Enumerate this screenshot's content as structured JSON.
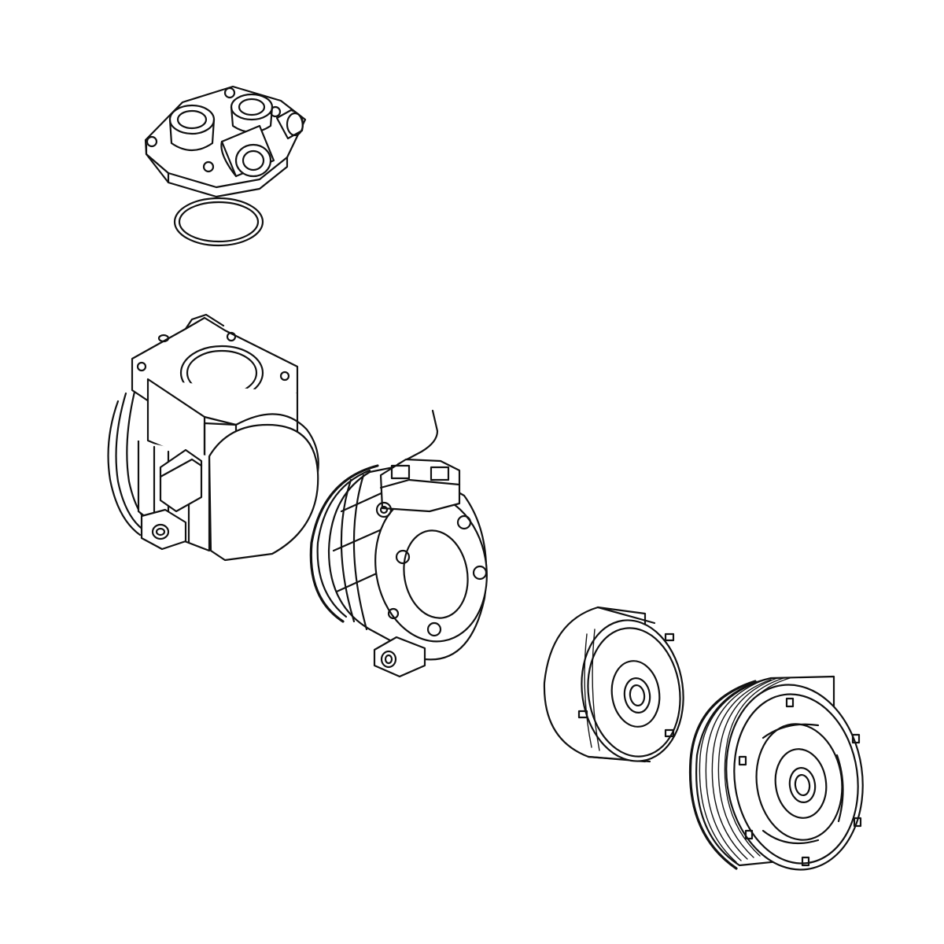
{
  "diagram": {
    "kind": "exploded-view-line-drawing",
    "stroke_color": "#111111",
    "background_color": "#ffffff",
    "parts": [
      {
        "name": "rear-head-cover"
      },
      {
        "name": "o-ring-seal"
      },
      {
        "name": "compressor-housing"
      },
      {
        "name": "front-housing"
      },
      {
        "name": "clutch-coil"
      },
      {
        "name": "pulley-clutch"
      }
    ]
  }
}
